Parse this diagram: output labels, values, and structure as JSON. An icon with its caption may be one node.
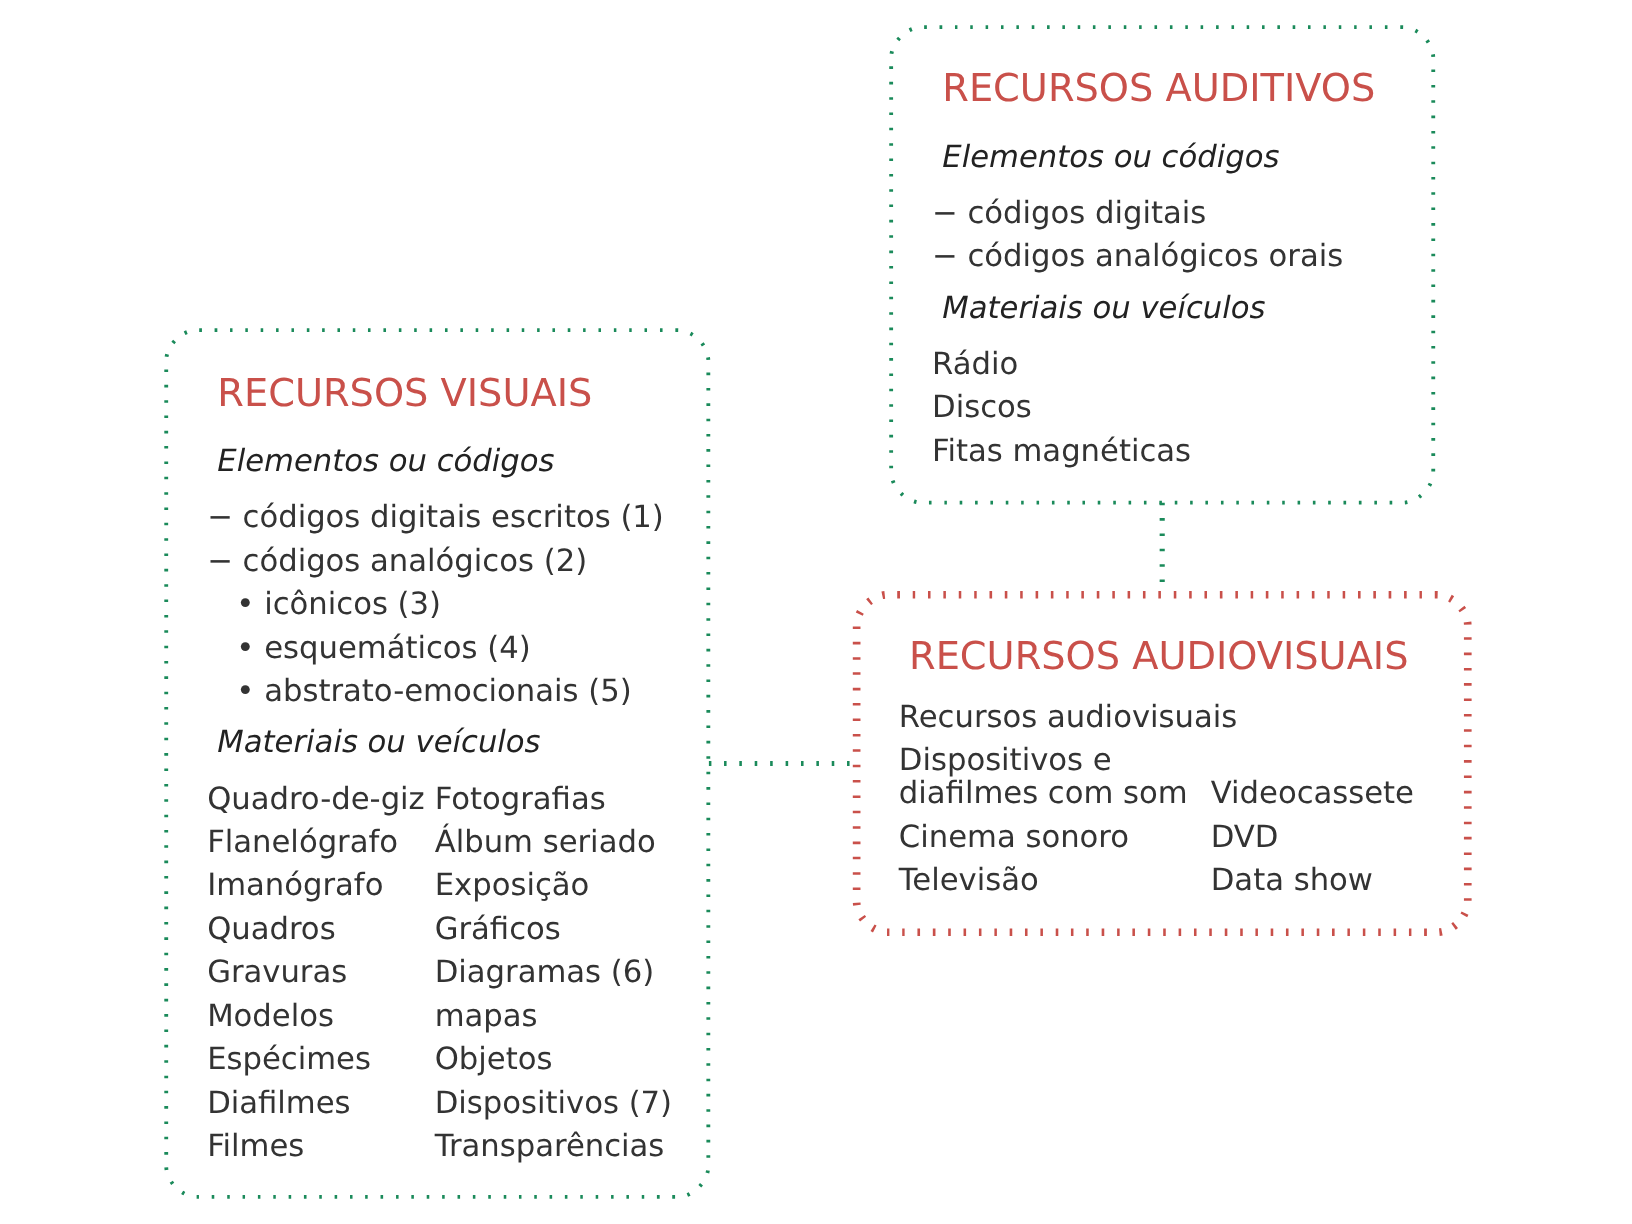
{
  "diagram": {
    "nodes": [
      {
        "text": [
          "RECURSOS VISUAIS",
          "Elementos ou códigos",
          "− códigos digitais escritos (1)",
          "− códigos analógicos (2)",
          "• icônicos (3)",
          "• esquemáticos (4)",
          "• abstrato-emocionais (5)",
          "Materiais ou veículos",
          "Quadro-de-giz",
          "Fotografias",
          "Flanelógrafo",
          "Álbum seriado",
          "Imanógrafo",
          "Exposição",
          "Quadros",
          "Gráficos",
          "Gravuras",
          "Diagramas (6)",
          "Modelos",
          "mapas",
          "Espécimes",
          "Objetos",
          "Diafilmes",
          "Dispositivos (7)",
          "Filmes",
          "Transparências"
        ]
      },
      {
        "text": [
          "RECURSOS AUDITIVOS",
          "Elementos ou códigos",
          "− códigos digitais",
          "− códigos analógicos orais",
          "Materiais ou veículos",
          "Rádio",
          "Discos",
          "Fitas magnéticas"
        ]
      },
      {
        "text": [
          "RECURSOS AUDIOVISUAIS",
          "Recursos audiovisuais",
          "Dispositivos e diafilmes com som",
          "Videocassete",
          "Cinema sonoro",
          "DVD",
          "Televisão",
          "Data show"
        ]
      }
    ],
    "edges": [
      {
        "from": 0,
        "to": 2,
        "arrow": "none"
      },
      {
        "from": 1,
        "to": 2,
        "arrow": "none"
      }
    ]
  }
}
